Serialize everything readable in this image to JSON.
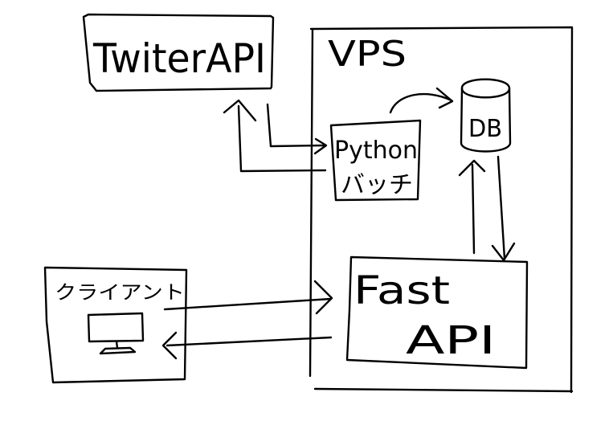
{
  "diagram": {
    "twitter_api": "TwiterAPI",
    "vps": "VPS",
    "database": "DB",
    "python_batch": {
      "line1": "Python",
      "line2": "バッチ"
    },
    "fastapi": {
      "line1": "Fast",
      "line2": "API"
    },
    "client": "クライアント"
  },
  "colors": {
    "ink": "#000000",
    "background": "#ffffff"
  },
  "icons": {
    "database": "cylinder-icon",
    "client_device": "monitor-icon"
  }
}
